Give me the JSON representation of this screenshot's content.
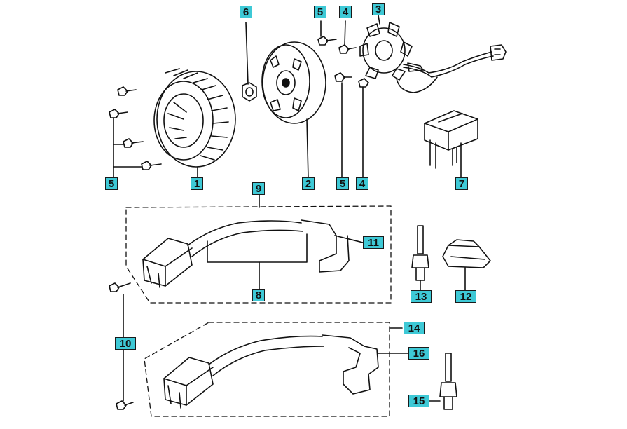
{
  "diagram": {
    "callouts": {
      "c1": "1",
      "c2": "2",
      "c3": "3",
      "c4a": "4",
      "c4b": "4",
      "c5a": "5",
      "c5b": "5",
      "c5c": "5",
      "c6": "6",
      "c7": "7",
      "c8": "8",
      "c9": "9",
      "c10": "10",
      "c11": "11",
      "c12": "12",
      "c13": "13",
      "c14": "14",
      "c15": "15",
      "c16": "16"
    }
  }
}
